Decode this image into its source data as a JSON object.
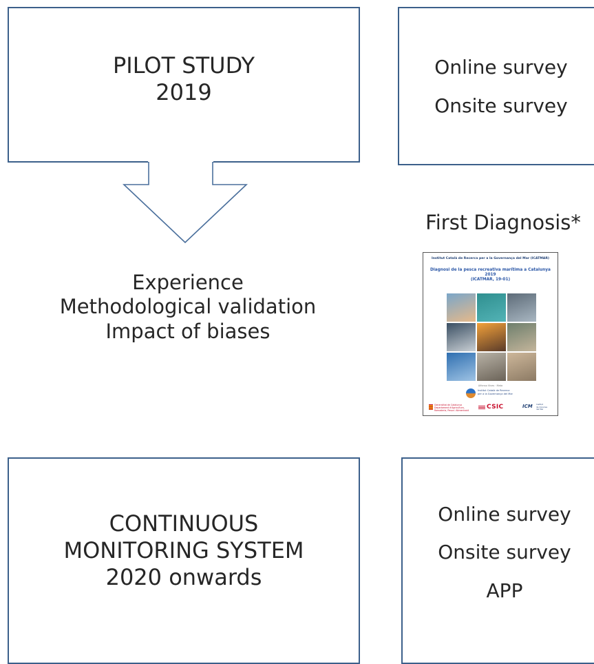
{
  "pilot": {
    "title_line1": "PILOT STUDY",
    "title_line2": "2019"
  },
  "pilot_methods": {
    "items": [
      "Online survey",
      "Onsite survey"
    ]
  },
  "outcomes": {
    "items": [
      "Experience",
      "Methodological validation",
      "Impact of biases"
    ]
  },
  "diagnosis": {
    "label": "First Diagnosis*",
    "report": {
      "header": "Institut Català de Recerca per a la Governança del Mar (ICATMAR)",
      "title_line1": "Diagnosi de la pesca recreativa marítima a Catalunya",
      "title_line2": "2019",
      "title_line3": "(ICATMAR, 19-01)",
      "authors": "Alfonso Vives · Mata",
      "institute_line1": "Institut Català de Recerca",
      "institute_line2": "per a la Governança del Mar",
      "logo_gen_line1": "Generalitat de Catalunya",
      "logo_gen_line2": "Departament d'Agricultura,",
      "logo_gen_line3": "Ramaderia, Pesca i Alimentació",
      "logo_csic": "CSIC",
      "logo_icm": "ICM",
      "logo_icm_line1": "Institut",
      "logo_icm_line2": "de Ciències",
      "logo_icm_line3": "del Mar",
      "photo_colors": [
        [
          "#7aa6c9",
          "#e6b98a"
        ],
        [
          "#2f8f8f",
          "#53b3b6"
        ],
        [
          "#5d6b78",
          "#a9b7c2"
        ],
        [
          "#3a4f63",
          "#c9cfd4"
        ],
        [
          "#f2a13a",
          "#5a3b2a"
        ],
        [
          "#6e7f6d",
          "#c4b59b"
        ],
        [
          "#2f6fb0",
          "#9fc3e4"
        ],
        [
          "#b8b2a6",
          "#6b6358"
        ],
        [
          "#cdb79a",
          "#8c7a64"
        ]
      ]
    }
  },
  "cms": {
    "title_line1": "CONTINUOUS",
    "title_line2": "MONITORING SYSTEM",
    "title_line3": "2020 onwards"
  },
  "cms_methods": {
    "items": [
      "Online survey",
      "Onsite survey",
      "APP"
    ]
  },
  "colors": {
    "box_border": "#3b5f8a",
    "arrow": "#4a6f9c",
    "text": "#262626"
  }
}
